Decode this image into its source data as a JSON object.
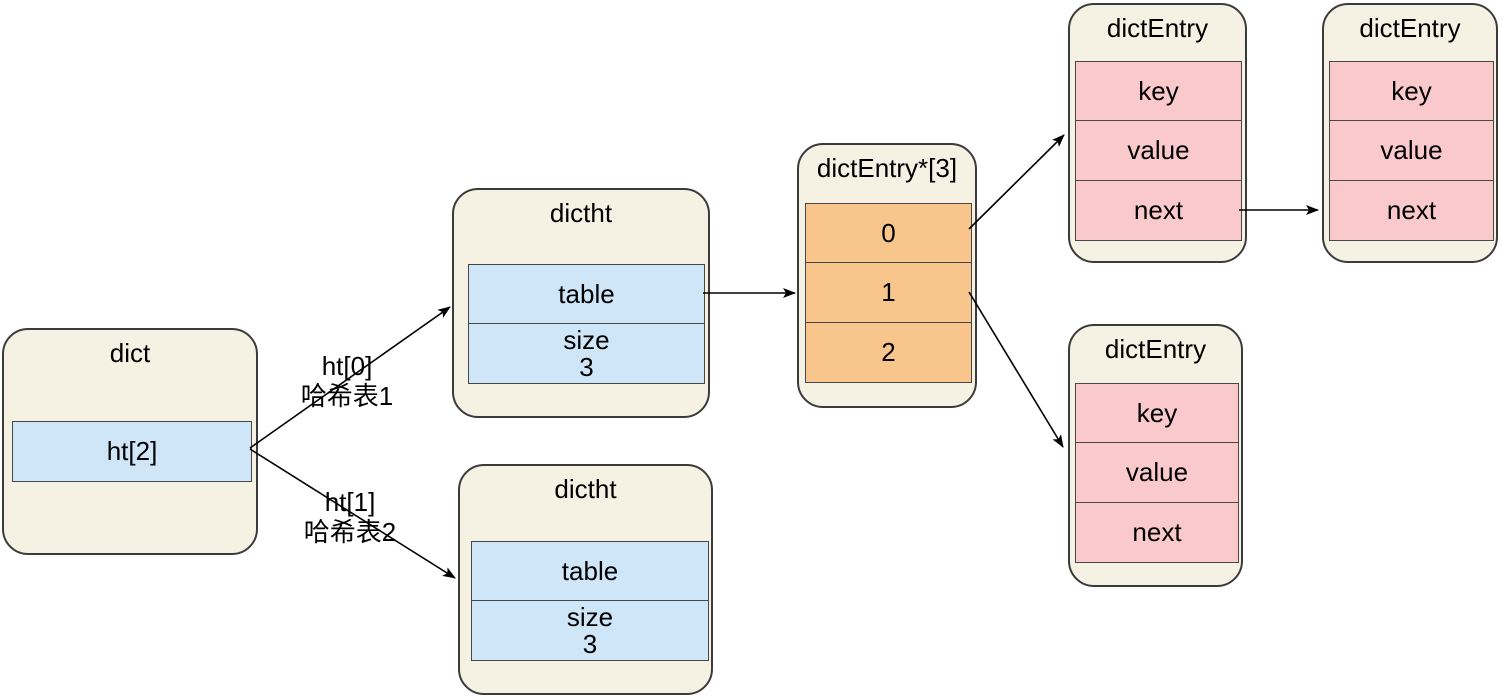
{
  "colors": {
    "container_fill": "#f5f1e3",
    "container_border": "#3b3b3b",
    "blue_cell": "#cfe5f8",
    "orange_cell": "#f8c68c",
    "pink_cell": "#f9c9cb",
    "cell_border": "#474747",
    "line": "#000000",
    "canvas_bg": "#ffffff"
  },
  "nodes": {
    "dict": {
      "title": "dict",
      "cell": "ht[2]"
    },
    "dictht_top": {
      "title": "dictht",
      "table": "table",
      "size_label": "size",
      "size_value": "3"
    },
    "dictht_bottom": {
      "title": "dictht",
      "table": "table",
      "size_label": "size",
      "size_value": "3"
    },
    "entry_array": {
      "title": "dictEntry*[3]",
      "cells": [
        "0",
        "1",
        "2"
      ]
    },
    "entry_top_1": {
      "title": "dictEntry",
      "cells": [
        "key",
        "value",
        "next"
      ]
    },
    "entry_top_2": {
      "title": "dictEntry",
      "cells": [
        "key",
        "value",
        "next"
      ]
    },
    "entry_bottom": {
      "title": "dictEntry",
      "cells": [
        "key",
        "value",
        "next"
      ]
    }
  },
  "edge_labels": {
    "ht0": {
      "line1": "ht[0]",
      "line2": "哈希表1"
    },
    "ht1": {
      "line1": "ht[1]",
      "line2": "哈希表2"
    }
  },
  "edges": [
    {
      "from": "dict.ht[2]",
      "to": "dictht_top",
      "label": "ht[0] 哈希表1"
    },
    {
      "from": "dict.ht[2]",
      "to": "dictht_bottom",
      "label": "ht[1] 哈希表2"
    },
    {
      "from": "dictht_top.table",
      "to": "entry_array",
      "label": ""
    },
    {
      "from": "entry_array.0",
      "to": "entry_top_1",
      "label": ""
    },
    {
      "from": "entry_array.1",
      "to": "entry_bottom",
      "label": ""
    },
    {
      "from": "entry_top_1.next",
      "to": "entry_top_2",
      "label": ""
    }
  ]
}
